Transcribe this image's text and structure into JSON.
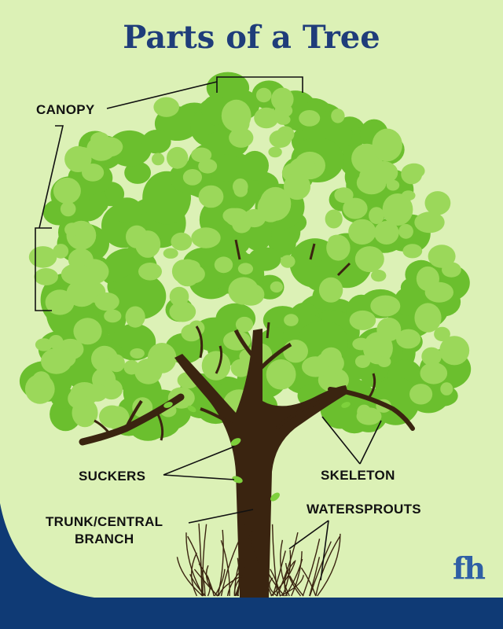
{
  "title": "Parts of a Tree",
  "labels": {
    "canopy": "CANOPY",
    "suckers": "SUCKERS",
    "skeleton": "SKELETON",
    "trunk_line1": "TRUNK/CENTRAL",
    "trunk_line2": "BRANCH",
    "watersprouts": "WATERSPROUTS"
  },
  "logo": "fh",
  "colors": {
    "background": "#dcf1b6",
    "title": "#1f3d7a",
    "navy": "#0f3a75",
    "trunk": "#3a2410",
    "foliage_dark": "#6bbf2e",
    "foliage_light": "#9bd85a",
    "logo": "#2f5fa5"
  }
}
